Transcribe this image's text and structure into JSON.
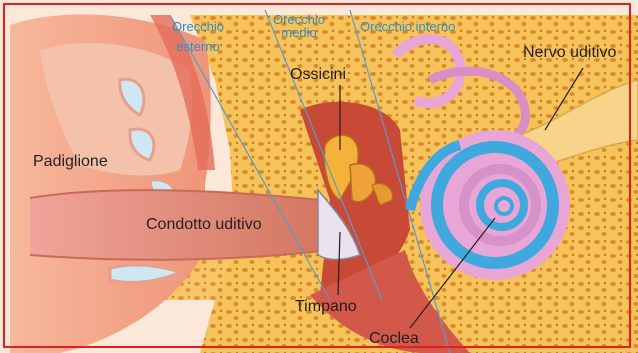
{
  "labels": {
    "orecchio_esterno_1": "Orecchio",
    "orecchio_esterno_2": "esterno",
    "orecchio_medio_1": "Orecchio",
    "orecchio_medio_2": "medio",
    "orecchio_interno": "Orecchio interno",
    "ossicini": "Ossicini",
    "nervo_uditivo": "Nervo uditivo",
    "padiglione": "Padiglione",
    "condotto_uditivo": "Condotto uditivo",
    "timpano": "Timpano",
    "coclea": "Coclea"
  },
  "colors": {
    "frame": "#e02020",
    "zone_label": "#2f8fc4",
    "part_label": "#231f20",
    "skin": "#f2a48a",
    "bone": "#f6c35a",
    "canal": "#e89a92",
    "cochlea_pink": "#e7a6d6",
    "cochlea_blue": "#3fa9dd"
  }
}
